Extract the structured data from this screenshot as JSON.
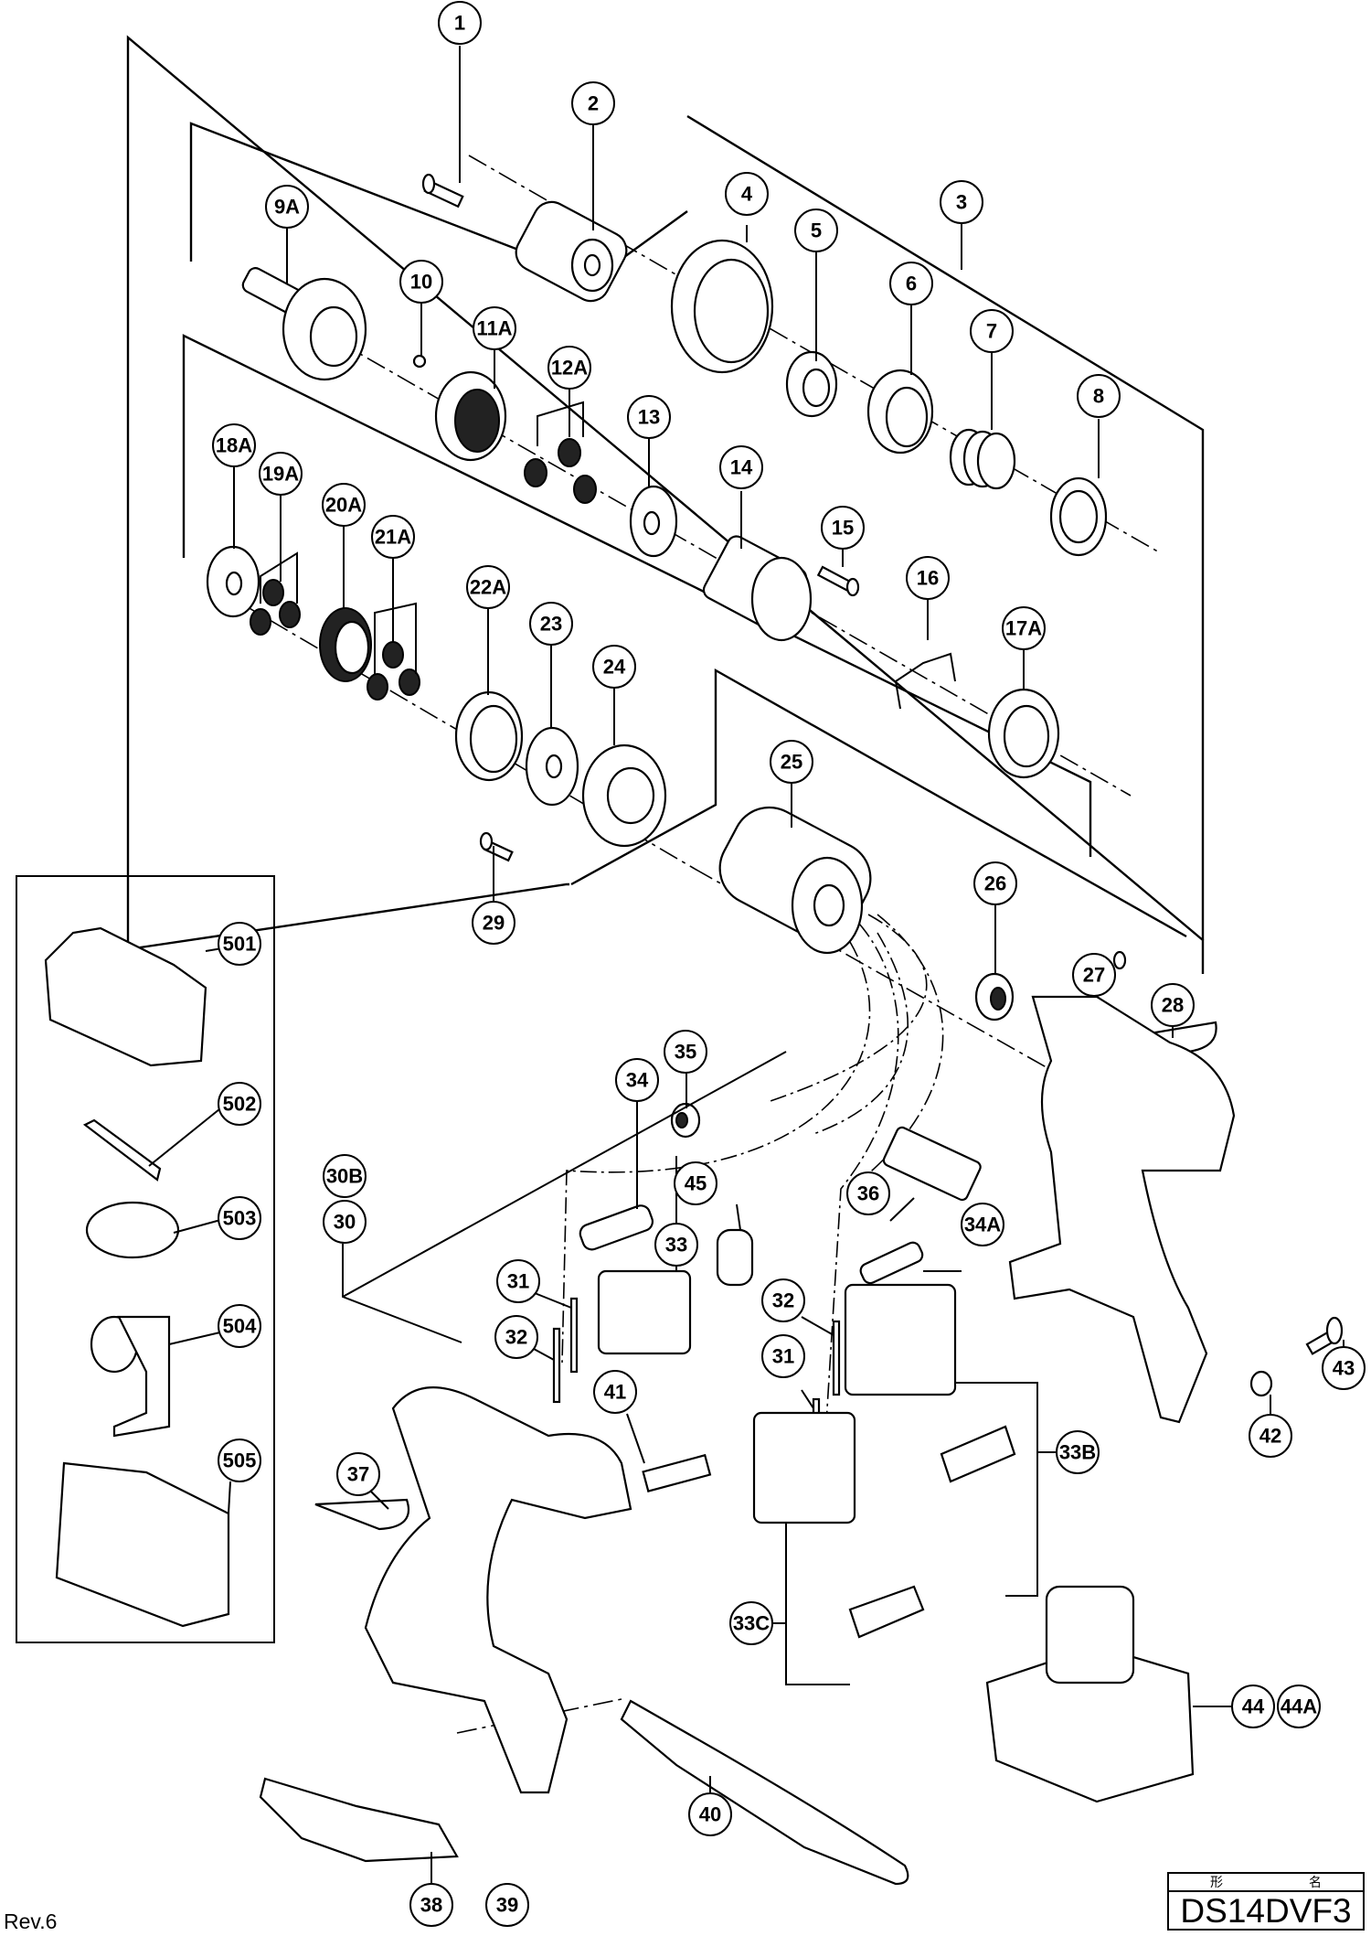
{
  "document": {
    "type": "exploded parts diagram",
    "revision": "Rev.6",
    "model_header": "形　名",
    "model_name": "DS14DVF3"
  },
  "callouts": [
    {
      "id": "1",
      "label": "1"
    },
    {
      "id": "2",
      "label": "2"
    },
    {
      "id": "3",
      "label": "3"
    },
    {
      "id": "4",
      "label": "4"
    },
    {
      "id": "5",
      "label": "5"
    },
    {
      "id": "6",
      "label": "6"
    },
    {
      "id": "7",
      "label": "7"
    },
    {
      "id": "8",
      "label": "8"
    },
    {
      "id": "9A",
      "label": "9A"
    },
    {
      "id": "10",
      "label": "10"
    },
    {
      "id": "11A",
      "label": "11A"
    },
    {
      "id": "12A",
      "label": "12A"
    },
    {
      "id": "13",
      "label": "13"
    },
    {
      "id": "14",
      "label": "14"
    },
    {
      "id": "15",
      "label": "15"
    },
    {
      "id": "16",
      "label": "16"
    },
    {
      "id": "17A",
      "label": "17A"
    },
    {
      "id": "18A",
      "label": "18A"
    },
    {
      "id": "19A",
      "label": "19A"
    },
    {
      "id": "20A",
      "label": "20A"
    },
    {
      "id": "21A",
      "label": "21A"
    },
    {
      "id": "22A",
      "label": "22A"
    },
    {
      "id": "23",
      "label": "23"
    },
    {
      "id": "24",
      "label": "24"
    },
    {
      "id": "25",
      "label": "25"
    },
    {
      "id": "26",
      "label": "26"
    },
    {
      "id": "27",
      "label": "27"
    },
    {
      "id": "28",
      "label": "28"
    },
    {
      "id": "29",
      "label": "29"
    },
    {
      "id": "30B",
      "label": "30B"
    },
    {
      "id": "30",
      "label": "30"
    },
    {
      "id": "31a",
      "label": "31"
    },
    {
      "id": "32a",
      "label": "32"
    },
    {
      "id": "33",
      "label": "33"
    },
    {
      "id": "34",
      "label": "34"
    },
    {
      "id": "35",
      "label": "35"
    },
    {
      "id": "45",
      "label": "45"
    },
    {
      "id": "36",
      "label": "36"
    },
    {
      "id": "34A",
      "label": "34A"
    },
    {
      "id": "32b",
      "label": "32"
    },
    {
      "id": "31b",
      "label": "31"
    },
    {
      "id": "41",
      "label": "41"
    },
    {
      "id": "33B",
      "label": "33B"
    },
    {
      "id": "33C",
      "label": "33C"
    },
    {
      "id": "37",
      "label": "37"
    },
    {
      "id": "42",
      "label": "42"
    },
    {
      "id": "43",
      "label": "43"
    },
    {
      "id": "44",
      "label": "44"
    },
    {
      "id": "44A",
      "label": "44A"
    },
    {
      "id": "40",
      "label": "40"
    },
    {
      "id": "38",
      "label": "38"
    },
    {
      "id": "39",
      "label": "39"
    },
    {
      "id": "501",
      "label": "501"
    },
    {
      "id": "502",
      "label": "502"
    },
    {
      "id": "503",
      "label": "503"
    },
    {
      "id": "504",
      "label": "504"
    },
    {
      "id": "505",
      "label": "505"
    }
  ]
}
